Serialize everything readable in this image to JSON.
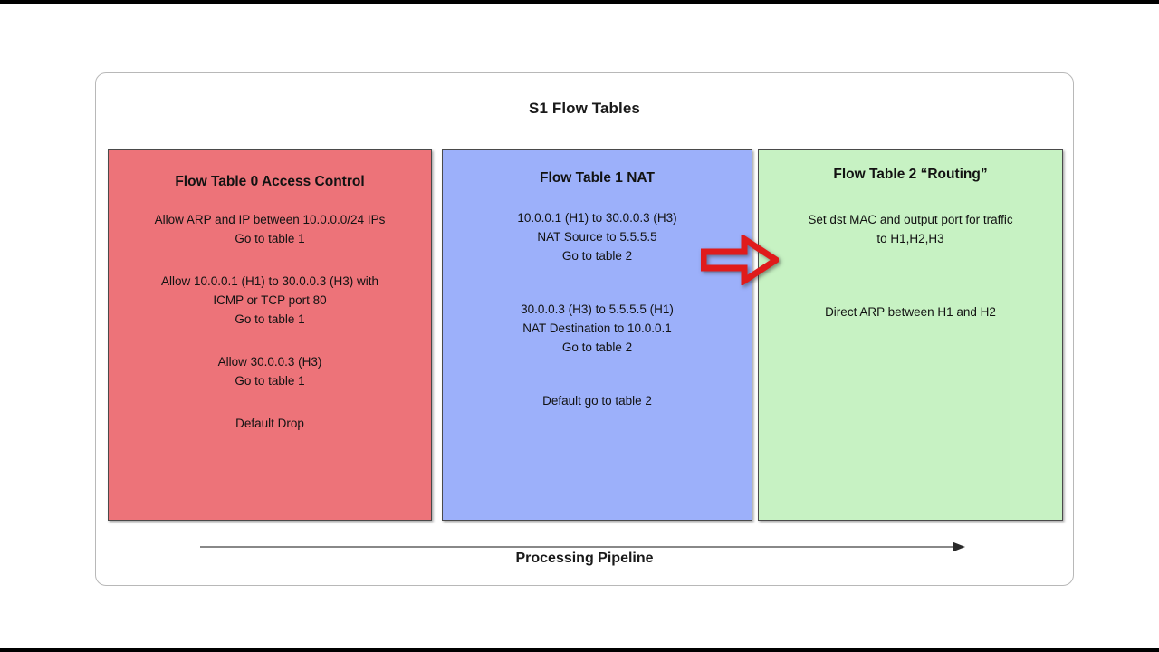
{
  "slide": {
    "title": "S1 Flow Tables",
    "pipeline_caption": "Processing Pipeline"
  },
  "colors": {
    "table0_bg": "#ED7379",
    "table1_bg": "#9CB0FA",
    "table2_bg": "#C7F2C3",
    "arrow_red": "#E01B1B",
    "frame_border": "#b8b8b8",
    "text": "#121212"
  },
  "flow_tables": [
    {
      "id": "flow-table-0",
      "heading_line1": "Flow Table 0",
      "heading_line2": "Access Control",
      "rules": [
        {
          "lines": [
            "Allow ARP and IP between 10.0.0.0/24 IPs",
            "Go to table 1"
          ]
        },
        {
          "lines": [
            "Allow 10.0.0.1 (H1) to 30.0.0.3 (H3) with",
            "ICMP or TCP port 80",
            "Go to table 1"
          ]
        },
        {
          "lines": [
            "Allow 30.0.0.3 (H3)",
            "Go to table 1"
          ]
        },
        {
          "lines": [
            "Default Drop"
          ]
        }
      ]
    },
    {
      "id": "flow-table-1",
      "heading_line1": "Flow Table 1",
      "heading_line2": "NAT",
      "rules": [
        {
          "lines": [
            "10.0.0.1 (H1)  to 30.0.0.3 (H3)",
            "NAT Source to 5.5.5.5",
            "Go to table 2"
          ]
        },
        {
          "lines": [
            "30.0.0.3 (H3) to 5.5.5.5 (H1)",
            "NAT Destination to 10.0.0.1",
            "Go to table 2"
          ]
        },
        {
          "lines": [
            "Default go to table 2"
          ]
        }
      ]
    },
    {
      "id": "flow-table-2",
      "heading_line1": "Flow Table 2",
      "heading_line2": "“Routing”",
      "rules": [
        {
          "lines": [
            "Set dst MAC and output port for traffic",
            "to H1,H2,H3"
          ]
        },
        {
          "lines": [
            "Direct ARP between H1 and H2"
          ]
        }
      ]
    }
  ],
  "icons": {
    "red_block_arrow": "right-block-arrow-icon",
    "pipeline_arrow": "right-arrow-icon"
  }
}
